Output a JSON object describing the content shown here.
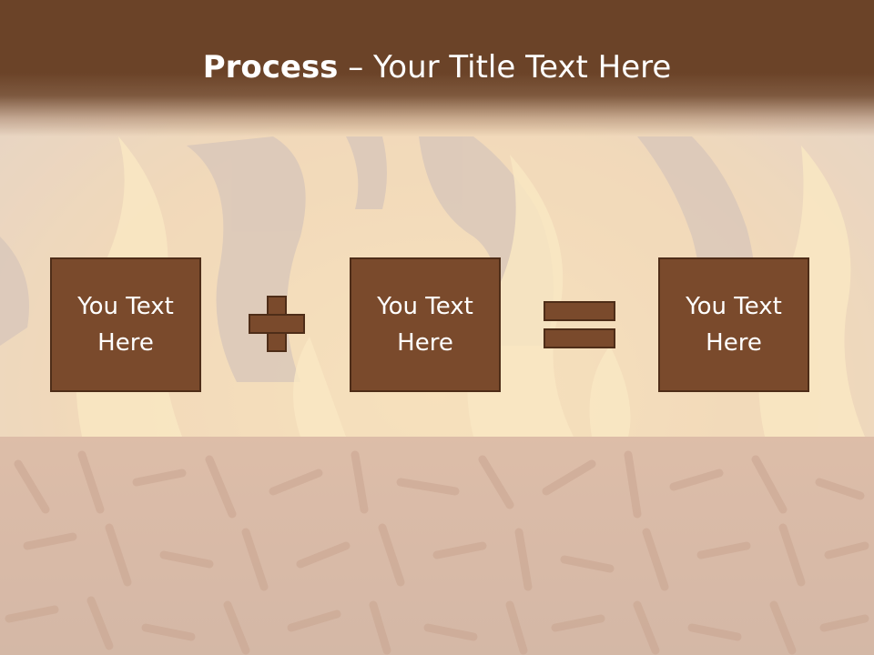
{
  "slide": {
    "title_bold": "Process",
    "title_rest": " – Your Title Text Here",
    "boxes": [
      {
        "line1": "You Text",
        "line2": "Here"
      },
      {
        "line1": "You Text",
        "line2": "Here"
      },
      {
        "line1": "You Text",
        "line2": "Here"
      }
    ],
    "operators": [
      "plus-icon",
      "equals-icon"
    ]
  },
  "colors": {
    "title_bar": "#6b4328",
    "box_fill": "#7a4a2c",
    "box_border": "#4e2d18",
    "text": "#ffffff",
    "flame": "#f5c66a",
    "pellets": "#b07a58"
  }
}
